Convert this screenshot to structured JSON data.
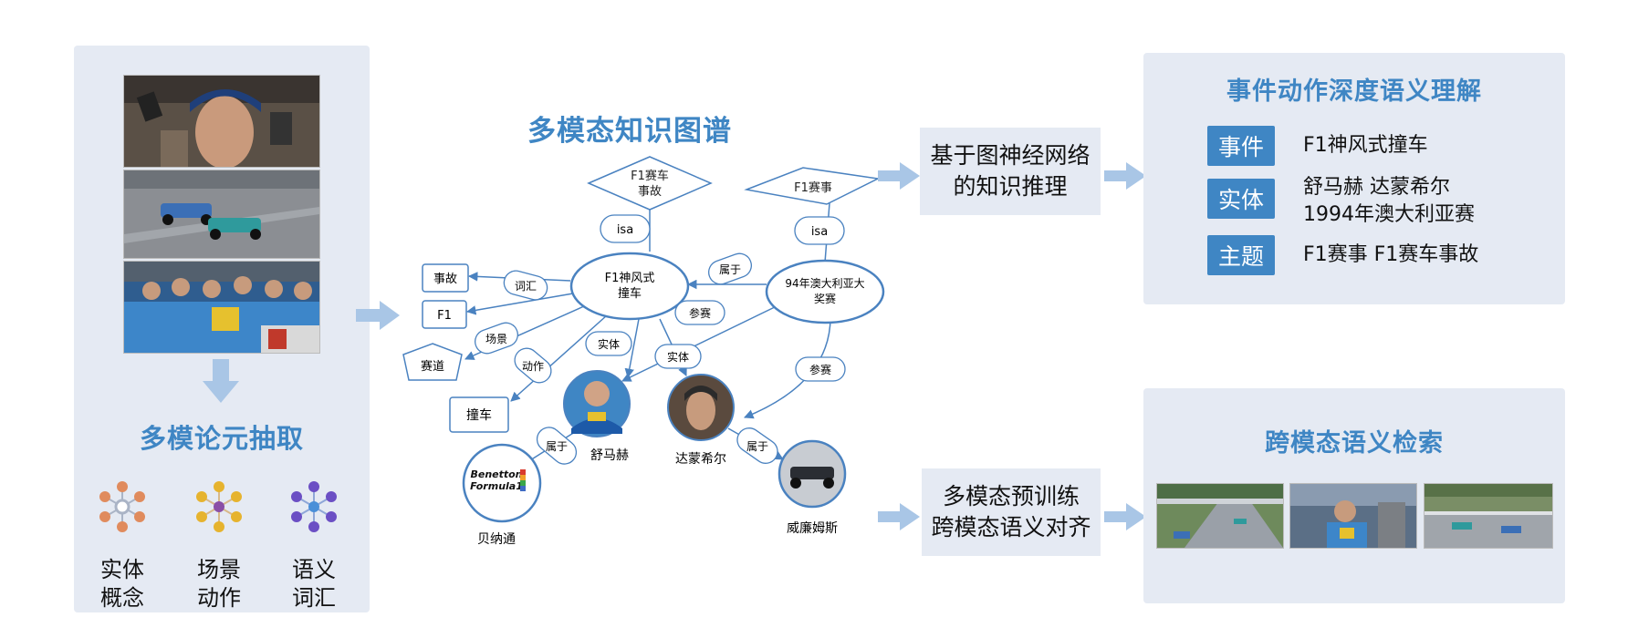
{
  "left": {
    "title": "多模论元抽取",
    "items": [
      {
        "icon": "entity-concept-icon",
        "line1": "实体",
        "line2": "概念",
        "colors": [
          "#e08b5d",
          "#aab4c6"
        ]
      },
      {
        "icon": "scene-action-icon",
        "line1": "场景",
        "line2": "动作",
        "colors": [
          "#e6b32e",
          "#8a4fa6"
        ]
      },
      {
        "icon": "semantic-vocabulary-icon",
        "line1": "语义",
        "line2": "词汇",
        "colors": [
          "#6b4fc4",
          "#4a8fd8"
        ]
      }
    ]
  },
  "kg": {
    "title": "多模态知识图谱",
    "diamond1": [
      "F1赛车",
      "事故"
    ],
    "diamond2": "F1赛事",
    "isa1": "isa",
    "isa2": "isa",
    "center1": [
      "F1神风式",
      "撞车"
    ],
    "center2": [
      "94年澳大利亚大",
      "奖赛"
    ],
    "cihui": "词汇",
    "changjing": "场景",
    "dongzuo": "动作",
    "shiti1": "实体",
    "shiti2": "实体",
    "canzai1": "参赛",
    "canzai2": "参赛",
    "shuyu1": "属于",
    "shuyu2": "属于",
    "shuyu3": "属于",
    "shigu": "事故",
    "f1": "F1",
    "saidao": "赛道",
    "zhuangche": "撞车",
    "schumacher": "舒马赫",
    "damon": "达蒙希尔",
    "benetton": "贝纳通",
    "williams": "威廉姆斯",
    "logo_text": [
      "Benetton",
      "Formula1"
    ]
  },
  "middle": {
    "top_box": [
      "基于图神经网络",
      "的知识推理"
    ],
    "bottom_box": [
      "多模态预训练",
      "跨模态语义对齐"
    ]
  },
  "right_top": {
    "title": "事件动作深度语义理解",
    "rows": [
      {
        "tag": "事件",
        "lines": [
          "F1神风式撞车"
        ]
      },
      {
        "tag": "实体",
        "lines": [
          "舒马赫  达蒙希尔",
          "1994年澳大利亚赛"
        ]
      },
      {
        "tag": "主题",
        "lines": [
          "F1赛事  F1赛车事故"
        ]
      }
    ]
  },
  "right_bottom": {
    "title": "跨模态语义检索"
  },
  "colors": {
    "accent_blue": "#3f86c4",
    "panel_bg": "#e5eaf3",
    "arrow": "#a9c6e6",
    "node_stroke": "#4a82c0"
  }
}
